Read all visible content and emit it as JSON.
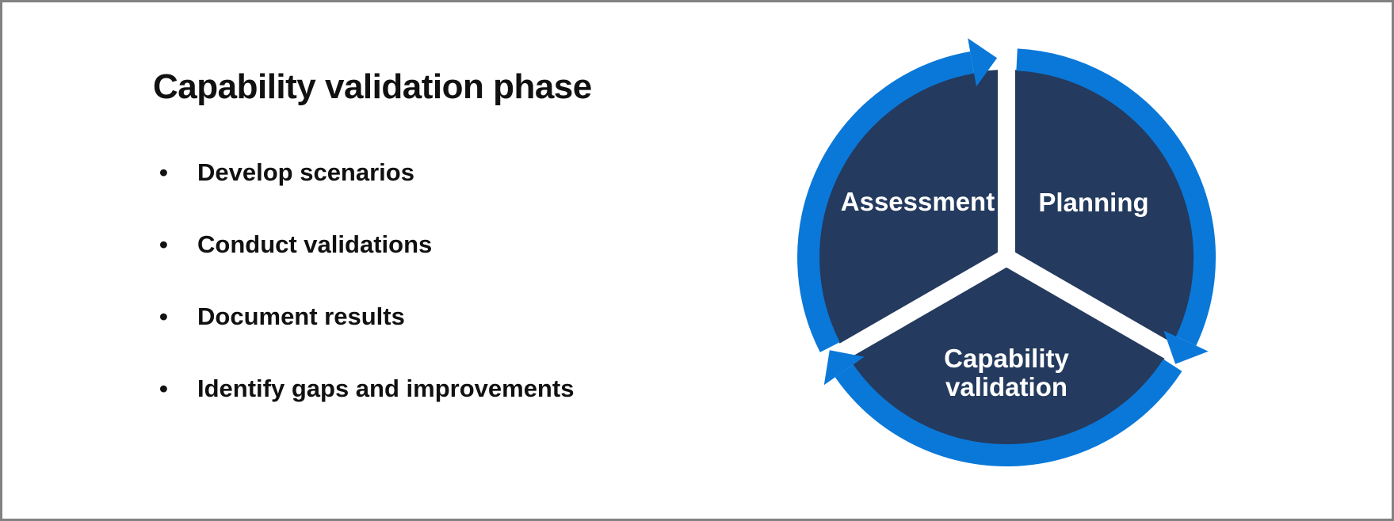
{
  "panel": {
    "title": "Capability validation phase",
    "bullets": [
      "Develop scenarios",
      "Conduct validations",
      "Document results",
      "Identify gaps and improvements"
    ]
  },
  "diagram": {
    "type": "cycle",
    "direction": "clockwise",
    "segments": [
      {
        "id": "assessment",
        "label": "Assessment"
      },
      {
        "id": "planning",
        "label": "Planning"
      },
      {
        "id": "capability-validation",
        "label": "Capability validation",
        "lines": [
          "Capability",
          "validation"
        ]
      }
    ],
    "colors": {
      "arrow_blue": "#0a78d8",
      "segment_navy": "#243a5e",
      "divider_white": "#ffffff",
      "border_gray": "#828282",
      "text_dark": "#111111"
    }
  }
}
